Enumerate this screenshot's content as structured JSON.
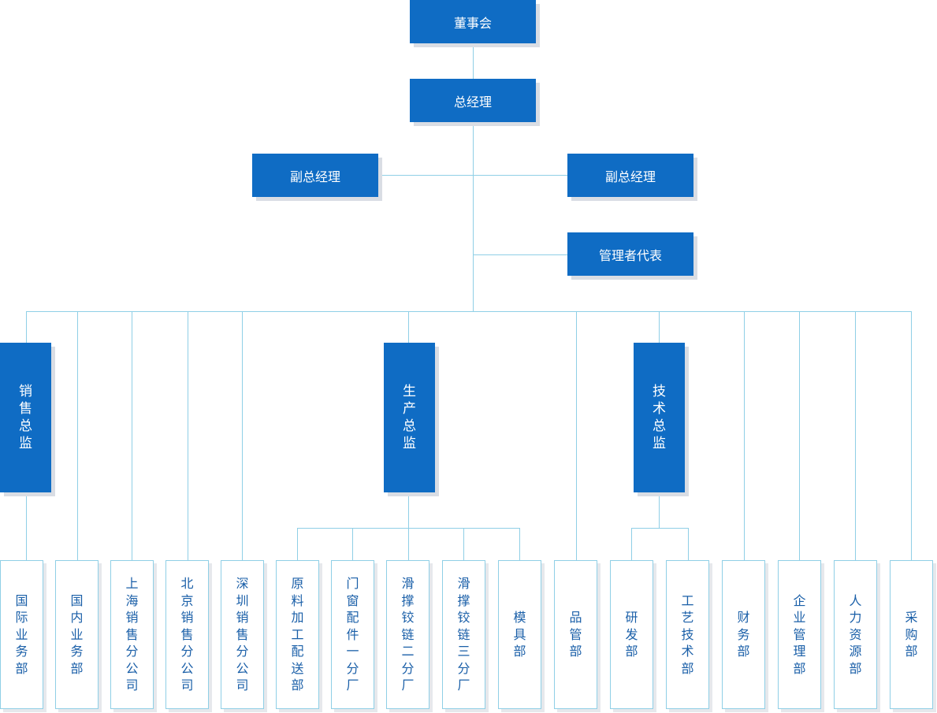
{
  "colors": {
    "box_fill": "#0f6cc4",
    "line": "#8fcfe6",
    "dept_text": "#1a5fa8",
    "shadow": "#d9dde4"
  },
  "top": {
    "board": "董事会",
    "gm": "总经理",
    "vgm_left": "副总经理",
    "vgm_right": "副总经理",
    "mgmt_rep": "管理者代表"
  },
  "directors": {
    "sales": "销售总监",
    "production": "生产总监",
    "tech": "技术总监"
  },
  "departments": [
    "国际业务部",
    "国内业务部",
    "上海销售分公司",
    "北京销售分公司",
    "深圳销售分公司",
    "原料加工配送部",
    "门窗配件一分厂",
    "滑撑铰链二分厂",
    "滑撑铰链三分厂",
    "模具部",
    "品管部",
    "研发部",
    "工艺技术部",
    "财务部",
    "企业管理部",
    "人力资源部",
    "采购部"
  ]
}
